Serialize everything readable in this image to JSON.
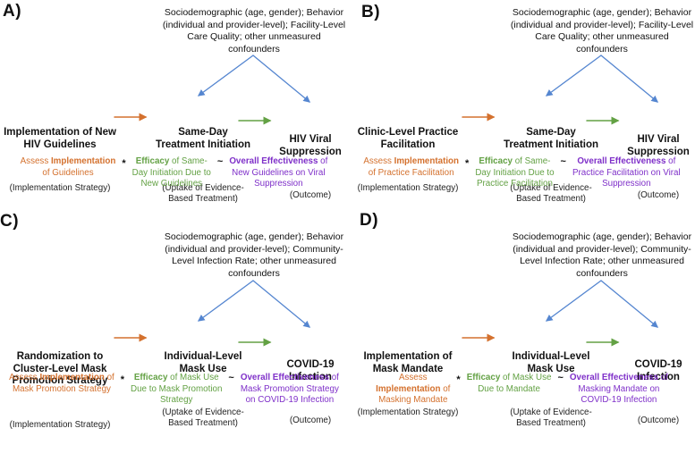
{
  "figure": {
    "type": "causal-pathway-diagrams",
    "description_visible": "Four lettered panels, each a directed causal diagram: implementation strategy -> uptake of evidence-based treatment -> outcome, with confounders affecting the last two nodes, and an estimand formula below"
  },
  "colors": {
    "orange": "#D4712E",
    "green": "#63A144",
    "purple": "#7F30C9",
    "blue": "#5586D0",
    "text": "#111111"
  },
  "panels": [
    {
      "label": "A)",
      "confounders": "Sociodemographic (age, gender); Behavior\n(individual and provider-level); Facility-Level\nCare Quality; other unmeasured\nconfounders",
      "nodes": {
        "left": {
          "title": "Implementation of New\nHIV Guidelines",
          "subtitle": "(Implementation Strategy)"
        },
        "mid": {
          "title": "Same-Day\nTreatment Initiation",
          "subtitle": "(Uptake of Evidence-\nBased Treatment)"
        },
        "right": {
          "title": "HIV Viral\nSuppression",
          "subtitle": "(Outcome)"
        }
      },
      "formula": {
        "assess": {
          "pre": "Assess ",
          "bold": "Implementation",
          "post": "\nof Guidelines"
        },
        "op1": "*",
        "efficacy": {
          "bold": "Efficacy",
          "post": " of Same-\nDay Initiation Due to\nNew Guidelines"
        },
        "op2": "~",
        "effectiveness": {
          "bold": "Overall Effectiveness",
          "post": " of\nNew Guidelines on Viral\nSuppression"
        }
      }
    },
    {
      "label": "B)",
      "confounders": "Sociodemographic (age, gender); Behavior\n(individual and provider-level); Facility-Level\nCare Quality; other unmeasured\nconfounders",
      "nodes": {
        "left": {
          "title": "Clinic-Level Practice\nFacilitation",
          "subtitle": "(Implementation Strategy)"
        },
        "mid": {
          "title": "Same-Day\nTreatment Initiation",
          "subtitle": "(Uptake of Evidence-\nBased Treatment)"
        },
        "right": {
          "title": "HIV Viral\nSuppression",
          "subtitle": "(Outcome)"
        }
      },
      "formula": {
        "assess": {
          "pre": "Assess ",
          "bold": "Implementation",
          "post": "\nof Practice Facilitation"
        },
        "op1": "*",
        "efficacy": {
          "bold": "Efficacy",
          "post": " of Same-\nDay Initiation Due to\nPractice Facilitation"
        },
        "op2": "~",
        "effectiveness": {
          "bold": "Overall Effectiveness",
          "post": " of\nPractice Facilitation on Viral\nSuppression"
        }
      }
    },
    {
      "label": "C)",
      "confounders": "Sociodemographic (age, gender); Behavior\n(individual and provider-level); Community-\nLevel Infection Rate; other unmeasured\nconfounders",
      "nodes": {
        "left": {
          "title": "Randomization to\nCluster-Level Mask\nPromotion Strategy",
          "subtitle": "(Implementation Strategy)"
        },
        "mid": {
          "title": "Individual-Level\nMask Use",
          "subtitle": "(Uptake of Evidence-\nBased Treatment)"
        },
        "right": {
          "title": "COVID-19\nInfection",
          "subtitle": "(Outcome)"
        }
      },
      "formula": {
        "assess": {
          "pre": "Assess ",
          "bold": "Implementation",
          "post": " of\nMask Promotion Strategy"
        },
        "op1": "*",
        "efficacy": {
          "bold": "Efficacy",
          "post": " of Mask Use\nDue to Mask Promotion\nStrategy"
        },
        "op2": "~",
        "effectiveness": {
          "bold": "Overall Effectiveness",
          "post": " of\nMask Promotion Strategy\non COVID-19 Infection"
        }
      }
    },
    {
      "label": "D)",
      "confounders": "Sociodemographic (age, gender); Behavior\n(individual and provider-level); Community-\nLevel Infection Rate; other unmeasured\nconfounders",
      "nodes": {
        "left": {
          "title": "Implementation of\nMask Mandate",
          "subtitle": "(Implementation Strategy)"
        },
        "mid": {
          "title": "Individual-Level\nMask Use",
          "subtitle": "(Uptake of Evidence-\nBased Treatment)"
        },
        "right": {
          "title": "COVID-19\nInfection",
          "subtitle": "(Outcome)"
        }
      },
      "formula": {
        "assess": {
          "pre": "Assess\n",
          "bold": "Implementation",
          "post": " of\nMasking Mandate"
        },
        "op1": "*",
        "efficacy": {
          "bold": "Efficacy",
          "post": " of Mask Use\nDue to Mandate"
        },
        "op2": "~",
        "effectiveness": {
          "bold": "Overall Effectiveness",
          "post": " of\nMasking Mandate on\nCOVID-19 Infection"
        }
      }
    }
  ]
}
